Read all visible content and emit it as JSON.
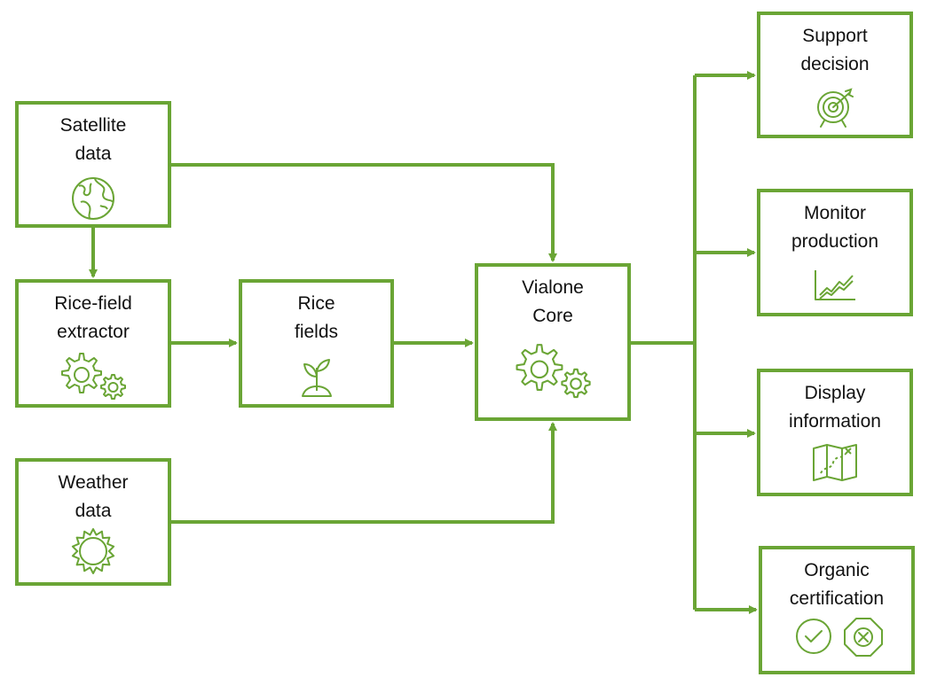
{
  "colors": {
    "accent": "#6aa535",
    "text": "#111111",
    "background": "#ffffff"
  },
  "nodes": {
    "satellite": {
      "label": "Satellite\ndata",
      "icon": "globe-icon"
    },
    "extractor": {
      "label": "Rice-field\nextractor",
      "icon": "gears-icon"
    },
    "rice_fields": {
      "label": "Rice\nfields",
      "icon": "sprout-icon"
    },
    "weather": {
      "label": "Weather\ndata",
      "icon": "sun-icon"
    },
    "core": {
      "label": "Vialone\nCore",
      "icon": "gears-icon"
    },
    "support": {
      "label": "Support\ndecision",
      "icon": "target-icon"
    },
    "monitor": {
      "label": "Monitor\nproduction",
      "icon": "line-chart-icon"
    },
    "display": {
      "label": "Display\ninformation",
      "icon": "map-icon"
    },
    "organic": {
      "label": "Organic\ncertification",
      "icon_check": "check-circle-icon",
      "icon_cross": "cross-octagon-icon"
    }
  }
}
